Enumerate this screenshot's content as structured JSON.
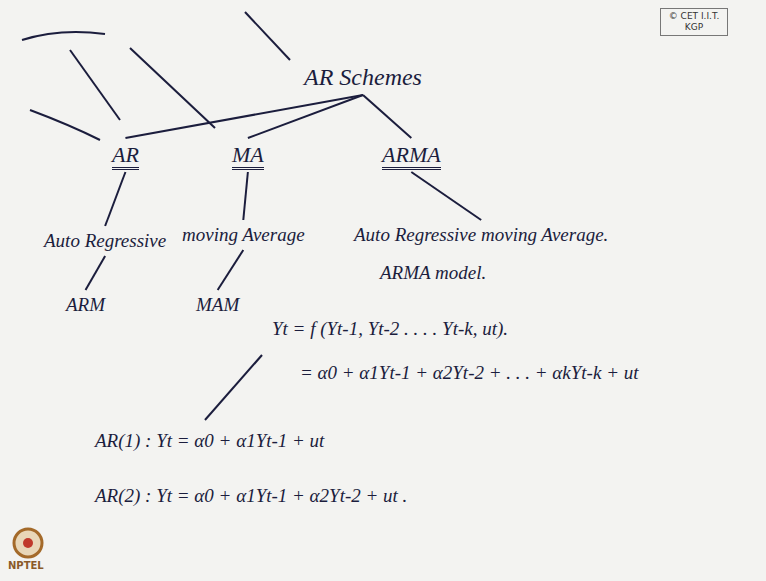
{
  "diagram": {
    "nodes": [
      {
        "text": [
          "AR Schemes"
        ]
      },
      {
        "text": [
          "AR"
        ]
      },
      {
        "text": [
          "MA"
        ]
      },
      {
        "text": [
          "ARMA"
        ]
      },
      {
        "text": [
          "Auto Regressive"
        ]
      },
      {
        "text": [
          "ARM"
        ]
      },
      {
        "text": [
          "moving Average"
        ]
      },
      {
        "text": [
          "MAM"
        ]
      },
      {
        "text": [
          "Auto Regressive moving Average."
        ]
      }
    ],
    "edges": [
      {
        "from": 0,
        "to": 1,
        "arrow": "none"
      },
      {
        "from": 0,
        "to": 2,
        "arrow": "none"
      },
      {
        "from": 0,
        "to": 3,
        "arrow": "none"
      },
      {
        "from": 1,
        "to": 4,
        "arrow": "none"
      },
      {
        "from": 4,
        "to": 5,
        "arrow": "none"
      },
      {
        "from": 2,
        "to": 6,
        "arrow": "none"
      },
      {
        "from": 6,
        "to": 7,
        "arrow": "none"
      },
      {
        "from": 3,
        "to": 8,
        "arrow": "none"
      }
    ],
    "labels": [
      "© CET I.I.T. KGP",
      "ARMA model.",
      "Yt = f (Yt-1, Yt-2 . . . . Yt-k, ut).",
      "= α0 + α1Yt-1 + α2Yt-2 + . . . + αkYt-k + ut",
      "AR(1) :   Yt = α0 + α1Yt-1 + ut",
      "AR(2) :   Yt = α0 + α1Yt-1 + α2Yt-2 + ut .",
      "NPTEL"
    ]
  }
}
